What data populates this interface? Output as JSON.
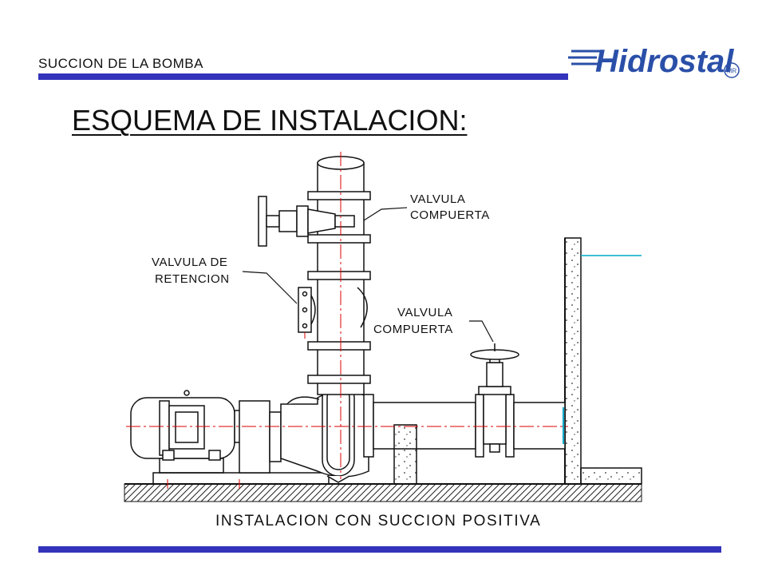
{
  "header": {
    "section_label": "SUCCION DE LA BOMBA",
    "logo_text": "Hidrostal",
    "logo_mark": "MR",
    "accent_color": "#3333bb"
  },
  "title": "ESQUEMA DE INSTALACION:",
  "diagram": {
    "label_gate_valve_top_line1": "VALVULA",
    "label_gate_valve_top_line2": "COMPUERTA",
    "label_check_valve_line1": "VALVULA DE",
    "label_check_valve_line2": "RETENCION",
    "label_gate_valve_suction_line1": "VALVULA",
    "label_gate_valve_suction_line2": "COMPUERTA",
    "caption": "INSTALACION CON SUCCION POSITIVA",
    "centerline_color": "#dd0000",
    "water_color": "#00aacc"
  }
}
